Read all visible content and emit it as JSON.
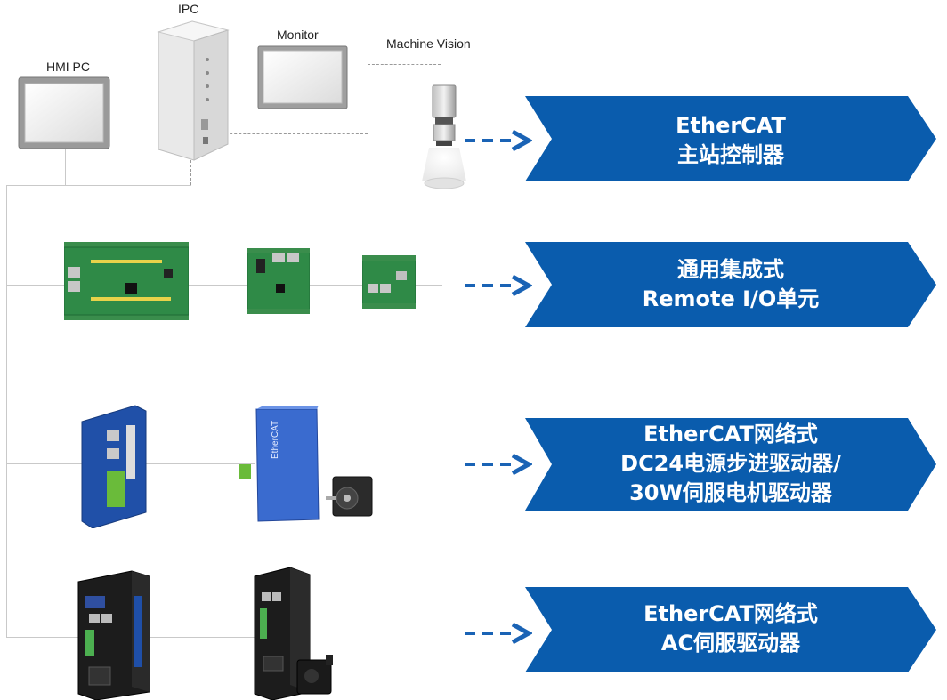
{
  "labels": {
    "ipc": "IPC",
    "monitor": "Monitor",
    "machine_vision": "Machine Vision",
    "hmi_pc": "HMI PC"
  },
  "categories": [
    {
      "lines": [
        "EtherCAT",
        "主站控制器"
      ]
    },
    {
      "lines": [
        "通用集成式",
        "Remote I/O单元"
      ]
    },
    {
      "lines": [
        "EtherCAT网络式",
        "DC24电源步进驱动器/",
        "30W伺服电机驱动器"
      ]
    },
    {
      "lines": [
        "EtherCAT网络式",
        "AC伺服驱动器"
      ]
    }
  ],
  "device_brand": "EtherCAT",
  "colors": {
    "chevron": "#0a5cad",
    "arrow": "#1a63b5",
    "board": "#2e8b4a",
    "servo_blue": "#1f4fa8"
  }
}
